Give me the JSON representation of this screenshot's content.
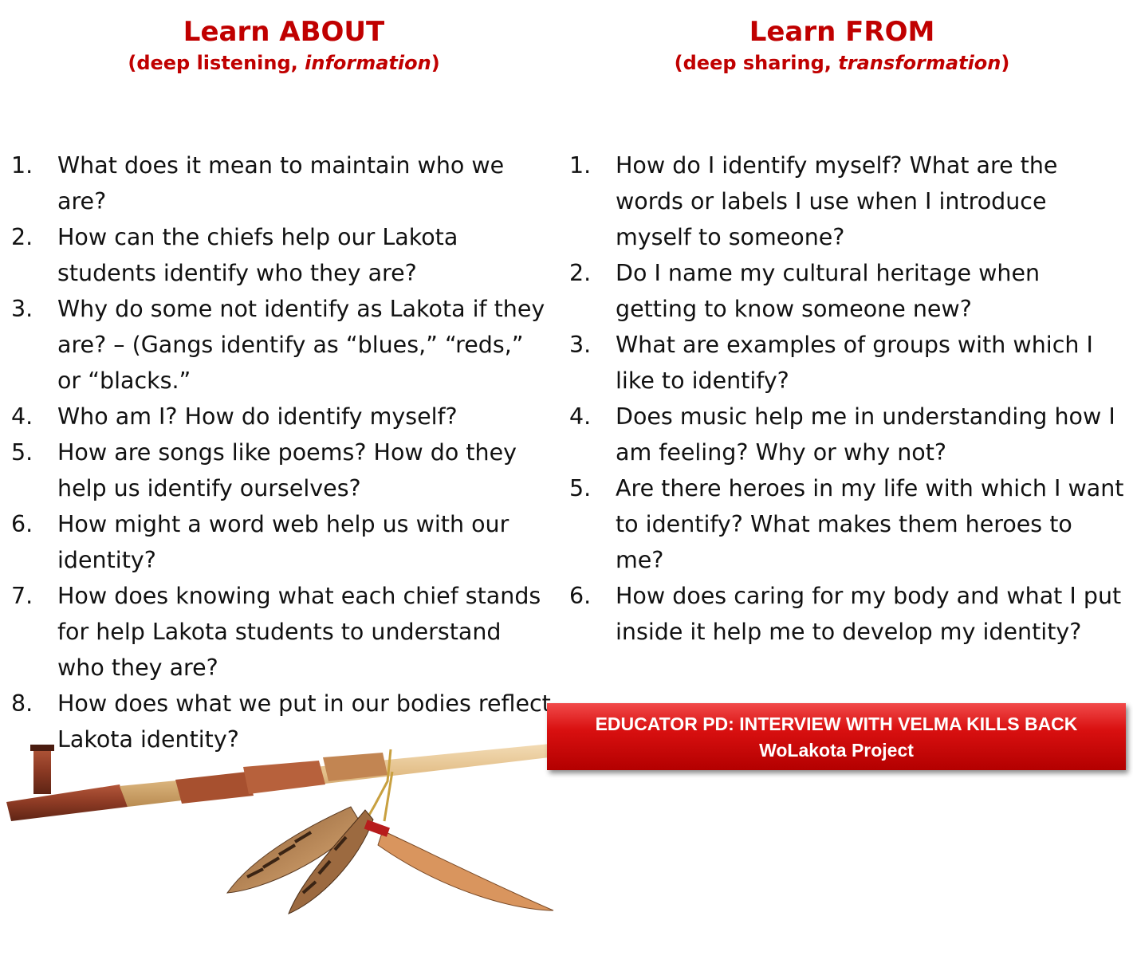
{
  "left": {
    "title": "Learn ABOUT",
    "subtitle_prefix": "(deep listening, ",
    "subtitle_italic": "information",
    "subtitle_suffix": ")",
    "items": [
      {
        "num": "1.",
        "text": "What does it mean to maintain who we are?"
      },
      {
        "num": "2.",
        "text": "How can the chiefs help our Lakota students identify who they are?"
      },
      {
        "num": "3.",
        "text": "Why do some not identify as Lakota if they are? – (Gangs identify as “blues,” “reds,” or “blacks.”"
      },
      {
        "num": "4.",
        "text": "Who am I?  How do identify myself?"
      },
      {
        "num": "5.",
        "text": "How are songs like poems?  How do they help us identify ourselves?"
      },
      {
        "num": "6.",
        "text": "How might a word web help us with our identity?"
      },
      {
        "num": "7.",
        "text": "How does knowing what each chief stands for help Lakota students to understand who they are?"
      },
      {
        "num": "8.",
        "text": "How does what we put in our bodies reflect Lakota identity?"
      }
    ]
  },
  "right": {
    "title": "Learn FROM",
    "subtitle_prefix": "(deep sharing, ",
    "subtitle_italic": "transformation",
    "subtitle_suffix": ")",
    "items": [
      {
        "num": "1.",
        "text": "How do I identify myself?  What are the words or labels I use when I introduce myself to someone?"
      },
      {
        "num": "2.",
        "text": "Do I name my cultural heritage when getting to know someone new?"
      },
      {
        "num": "3.",
        "text": "What are examples of groups with which I like to identify?"
      },
      {
        "num": "4.",
        "text": "Does music help me in understanding how I am feeling? Why or why not?"
      },
      {
        "num": "5.",
        "text": "Are there heroes in my life with which I want to identify?  What makes them heroes to me?"
      },
      {
        "num": "6.",
        "text": "How does caring for my body and what I put inside it help me to develop my identity?"
      }
    ]
  },
  "banner": {
    "line1": "EDUCATOR PD: INTERVIEW WITH VELMA KILLS BACK",
    "line2": "WoLakota Project"
  },
  "colors": {
    "heading_red": "#c00000",
    "banner_red": "#d91010"
  },
  "image": {
    "icon": "pipe-with-feathers-icon"
  }
}
